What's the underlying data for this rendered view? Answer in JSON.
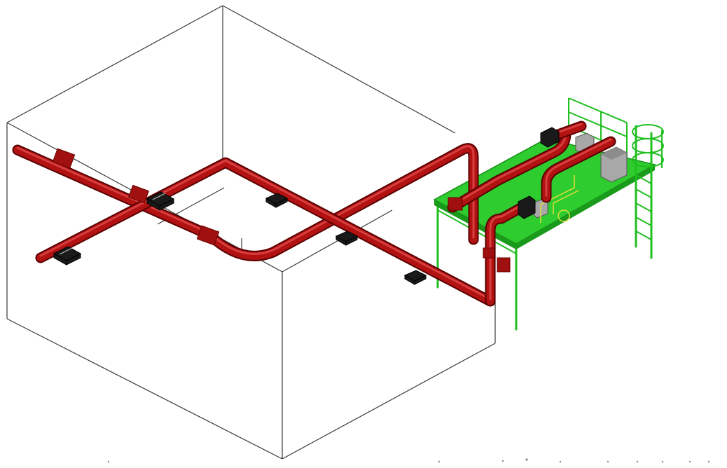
{
  "drawing": {
    "colors": {
      "room_edges": "#3a3a3a",
      "ductwork": "#b21212",
      "ductwork_dark": "#5a0000",
      "diffuser": "#1a1a1a",
      "platform_structure": "#1fbf1f",
      "platform_deck": "#2ecc2e",
      "equipment": "#a8a8a8",
      "piping": "#e0e03a"
    },
    "components": {
      "room_box_edges": 9,
      "supply_diffusers": 7,
      "equipment_units": 3
    }
  }
}
